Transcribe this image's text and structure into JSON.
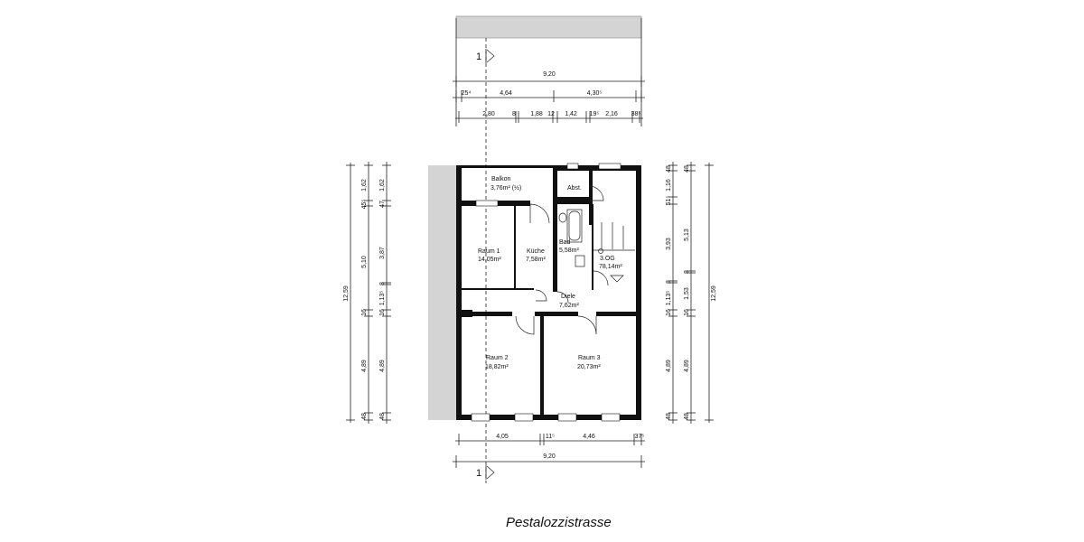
{
  "caption": "Pestalozzistrasse",
  "section_mark": "1",
  "rooms": {
    "balkon": {
      "name": "Balkon",
      "area": "3,76m² (½)"
    },
    "abst": {
      "name": "Abst."
    },
    "raum1": {
      "name": "Raum 1",
      "area": "14,05m²"
    },
    "kueche": {
      "name": "Küche",
      "area": "7,58m²"
    },
    "bad": {
      "name": "Bad",
      "area": "5,58m²"
    },
    "og": {
      "name": "3.OG",
      "area": "78,14m²"
    },
    "diele": {
      "name": "Diele",
      "area": "7,62m²"
    },
    "raum2": {
      "name": "Raum 2",
      "area": "18,82m²"
    },
    "raum3": {
      "name": "Raum 3",
      "area": "20,73m²"
    }
  },
  "dimensions": {
    "top_total": "9,20",
    "top_row2": [
      "25⁴",
      "4,64",
      "4,30⁵"
    ],
    "top_row3": [
      "2,80",
      "8",
      "1,88",
      "12",
      "1,42",
      "19⁵",
      "2,16",
      "38⁵"
    ],
    "bottom_row1": [
      "4,05",
      "11⁵",
      "4,46",
      "37⁵"
    ],
    "bottom_total": "9,20",
    "left_total": "12,59",
    "left_col1": [
      "1,62",
      "45⁵",
      "5,10",
      "16",
      "4,89",
      "48"
    ],
    "left_col2": [
      "1,62",
      "47",
      "3,87",
      "8",
      "1,13⁵",
      "16",
      "4,89",
      "48"
    ],
    "right_col1": [
      "48",
      "1,16",
      "51⁵",
      "3,93",
      "8",
      "1,13⁵",
      "16",
      "4,89",
      "48"
    ],
    "right_col2": [
      "48",
      "5,13",
      "8",
      "1,53",
      "16",
      "4,89",
      "48"
    ],
    "right_total": "12,59"
  }
}
